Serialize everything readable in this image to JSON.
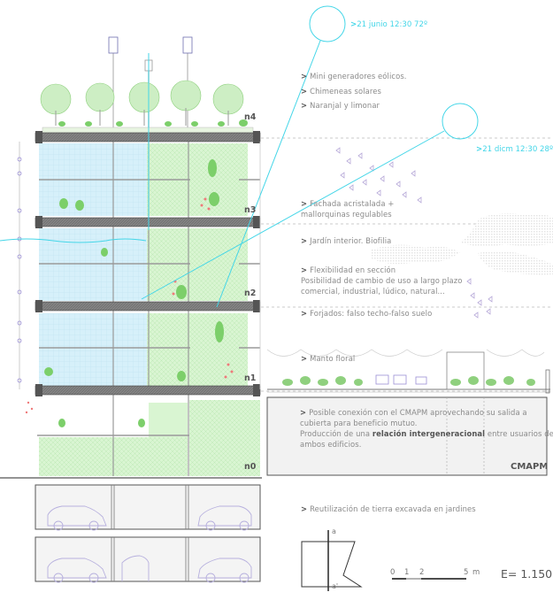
{
  "sun_angles": {
    "summer": {
      "label": "21 junio 12:30 72º",
      "arrow": ">"
    },
    "winter": {
      "label": "21 dicm 12:30 28º",
      "arrow": ">"
    }
  },
  "notes": {
    "roof": [
      {
        "arrow": ">",
        "text": "Mini generadores eólicos."
      },
      {
        "arrow": ">",
        "text": "Chimeneas solares"
      },
      {
        "arrow": ">",
        "text": "Naranjal y limonar"
      }
    ],
    "facade": {
      "arrow": ">",
      "line1": "Fachada acristalada +",
      "line2": "mallorquinas regulables"
    },
    "garden": {
      "arrow": ">",
      "text": "Jardín interior. Biofilia"
    },
    "flex": {
      "arrow": ">",
      "title": "Flexibilidad en sección",
      "line2": "Posibilidad de cambio de uso a largo plazo",
      "line3": "comercial, industrial, lúdico, natural..."
    },
    "slabs": {
      "arrow": ">",
      "text": "Forjados: falso techo-falso suelo"
    },
    "floral": {
      "arrow": ">",
      "text": "Manto floral"
    },
    "connection": {
      "arrow": ">",
      "line1": "Posible conexión con el CMAPM aprovechando su salida a",
      "line2": "cubierta para beneficio mutuo.",
      "line3_pre": "Producción de una ",
      "line3_bold": "relación intergeneracional",
      "line3_post": " entre usuarios de",
      "line4": "ambos edificios."
    },
    "soil": {
      "arrow": ">",
      "text": "Reutilización de tierra excavada en jardines"
    }
  },
  "levels": [
    "n4",
    "n3",
    "n2",
    "n1",
    "n0"
  ],
  "neighbor_building": {
    "label": "CMAPM"
  },
  "key_plan": {
    "section_top": "a",
    "section_bottom": "a'"
  },
  "scale_bar": {
    "ticks": [
      "0",
      "1",
      "2",
      "5"
    ],
    "unit": "m"
  },
  "scale_ratio": "E= 1.150",
  "colors": {
    "sun_line": "#44d6e8",
    "interior_blue": "#d6f0fa",
    "garden_green": "#d9f5d2",
    "slab_dark": "#555555",
    "text_gray": "#8a8a8a"
  }
}
